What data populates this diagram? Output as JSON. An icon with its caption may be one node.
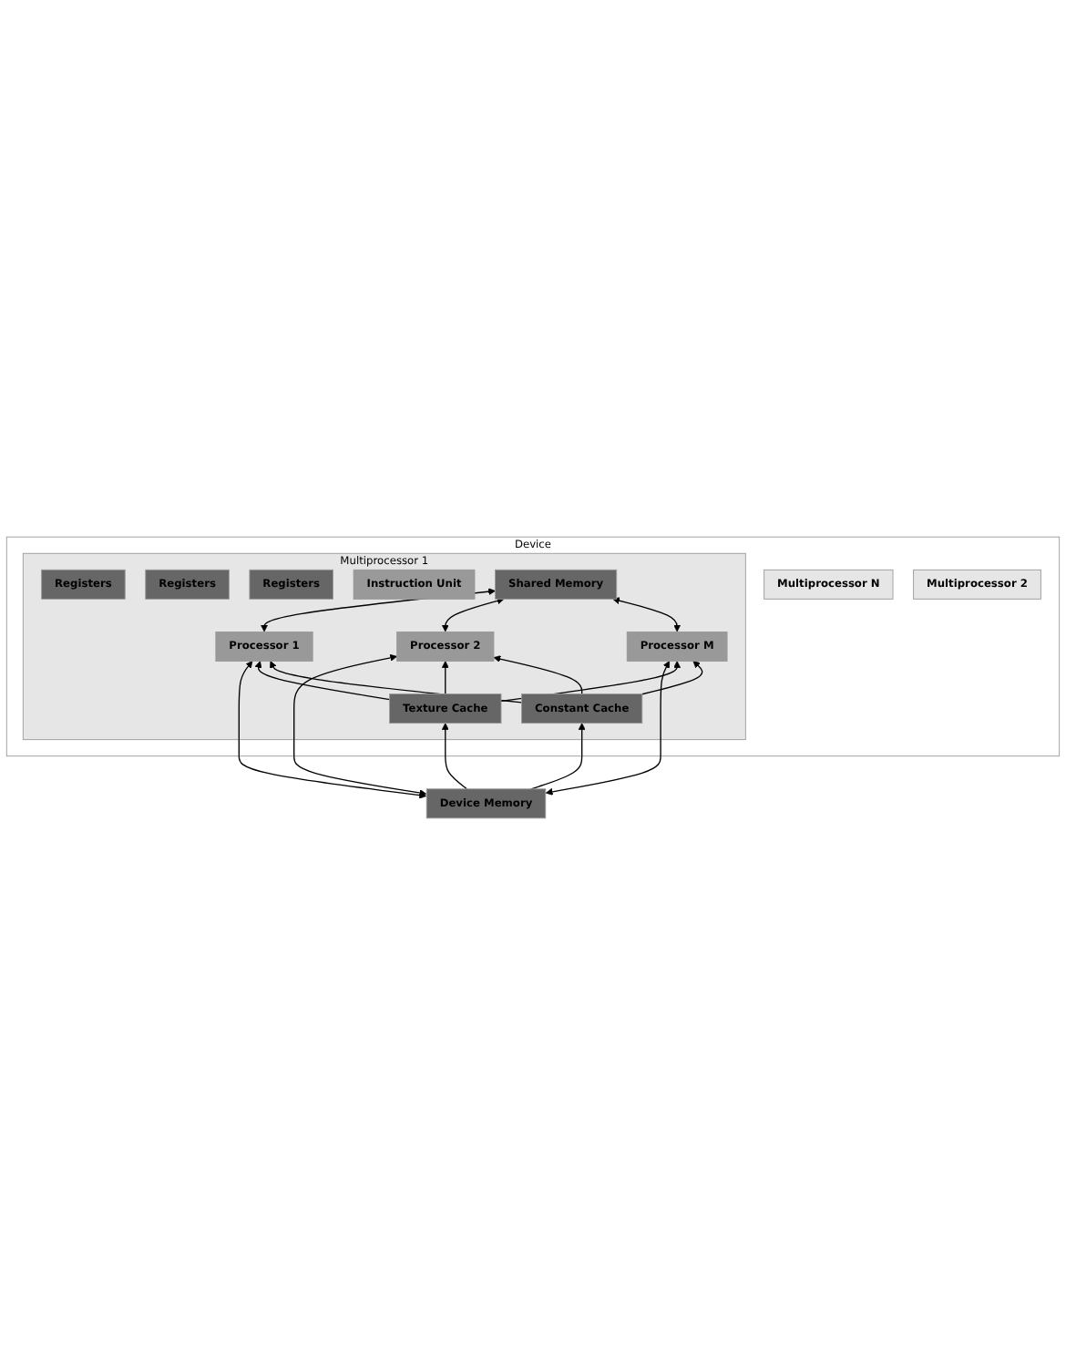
{
  "diagram": {
    "nodes": [
      {
        "text": [
          "Device"
        ]
      },
      {
        "text": [
          "Multiprocessor N"
        ],
        "in": 0
      },
      {
        "text": [
          "Multiprocessor 2"
        ],
        "in": 0
      },
      {
        "text": [
          "Multiprocessor 1"
        ],
        "in": 0
      },
      {
        "text": [
          "Shared Memory"
        ],
        "in": 3
      },
      {
        "text": [
          "Registers"
        ],
        "in": 3
      },
      {
        "text": [
          "Processor 1"
        ],
        "in": 3
      },
      {
        "text": [
          "Registers"
        ],
        "in": 3
      },
      {
        "text": [
          "Processor 2"
        ],
        "in": 3
      },
      {
        "text": [
          "Registers"
        ],
        "in": 3
      },
      {
        "text": [
          "Processor M"
        ],
        "in": 3
      },
      {
        "text": [
          "Instruction Unit"
        ],
        "in": 3
      },
      {
        "text": [
          "Constant Cache"
        ],
        "in": 3
      },
      {
        "text": [
          "Texture Cache"
        ],
        "in": 3
      },
      {
        "text": [
          "Device Memory"
        ]
      }
    ],
    "edges": [
      {
        "from": 4,
        "to": 6,
        "arrow": "both"
      },
      {
        "from": 4,
        "to": 8,
        "arrow": "both"
      },
      {
        "from": 4,
        "to": 10,
        "arrow": "both"
      },
      {
        "from": 6,
        "to": 14,
        "arrow": "both"
      },
      {
        "from": 13,
        "to": 6,
        "arrow": "to"
      },
      {
        "from": 12,
        "to": 6,
        "arrow": "to"
      },
      {
        "from": 8,
        "to": 14,
        "arrow": "both"
      },
      {
        "from": 13,
        "to": 8,
        "arrow": "to"
      },
      {
        "from": 12,
        "to": 8,
        "arrow": "to"
      },
      {
        "from": 10,
        "to": 14,
        "arrow": "both"
      },
      {
        "from": 13,
        "to": 10,
        "arrow": "to"
      },
      {
        "from": 12,
        "to": 10,
        "arrow": "to"
      },
      {
        "from": 14,
        "to": 12,
        "arrow": "to"
      },
      {
        "from": 14,
        "to": 13,
        "arrow": "to"
      }
    ]
  }
}
